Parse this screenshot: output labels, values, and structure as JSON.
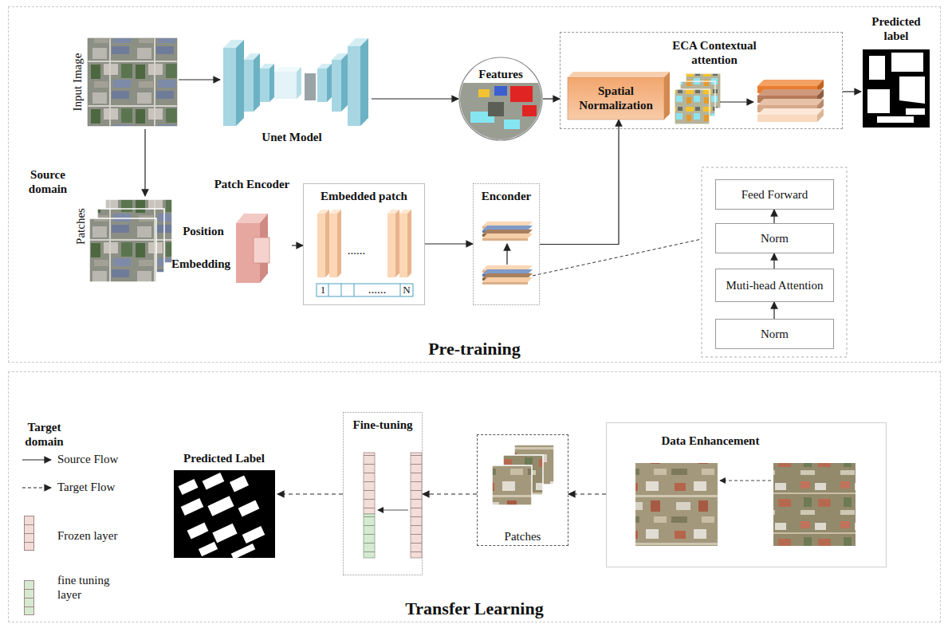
{
  "diagram": {
    "nodes": [
      {
        "text": [
          "Pre-training"
        ]
      },
      {
        "text": [
          "Input Image"
        ],
        "in": 0
      },
      {
        "text": [
          "Unet Model"
        ],
        "in": 0
      },
      {
        "text": [
          "Features"
        ],
        "in": 0
      },
      {
        "text": [
          "ECA Contextual attention"
        ],
        "in": 0
      },
      {
        "text": [
          "Spatial Normalization"
        ],
        "in": 4
      },
      {
        "text": [
          "Predicted label"
        ],
        "in": 0
      },
      {
        "text": [
          "Patches"
        ],
        "in": 0
      },
      {
        "text": [
          "Patch Encoder"
        ],
        "in": 0
      },
      {
        "text": [
          "Embedded patch",
          "......",
          "1",
          "......",
          "N"
        ],
        "in": 0
      },
      {
        "text": [
          "Enconder"
        ],
        "in": 0
      },
      {
        "text": [
          "Feed Forward"
        ],
        "in": 0
      },
      {
        "text": [
          "Norm"
        ],
        "in": 0
      },
      {
        "text": [
          "Muti-head Attention"
        ],
        "in": 0
      },
      {
        "text": [
          "Norm"
        ],
        "in": 0
      },
      {
        "text": [
          "Transfer Learning"
        ]
      },
      {
        "text": [
          "Predicted Label"
        ],
        "in": 15
      },
      {
        "text": [
          "Fine-tuning"
        ],
        "in": 15
      },
      {
        "text": [
          "Patches"
        ],
        "in": 15
      },
      {
        "text": [
          "Data Enhancement"
        ],
        "in": 15
      }
    ],
    "edges": [
      {
        "from": 1,
        "to": 2,
        "arrow": "to"
      },
      {
        "from": 2,
        "to": 3,
        "arrow": "to"
      },
      {
        "from": 3,
        "to": 4,
        "arrow": "to"
      },
      {
        "from": 4,
        "to": 6,
        "arrow": "to"
      },
      {
        "from": 1,
        "to": 7,
        "arrow": "to"
      },
      {
        "from": 8,
        "to": 9,
        "arrow": "to"
      },
      {
        "from": 9,
        "to": 10,
        "arrow": "to"
      },
      {
        "from": 10,
        "to": 5,
        "arrow": "to"
      },
      {
        "from": 14,
        "to": 13,
        "arrow": "to"
      },
      {
        "from": 13,
        "to": 12,
        "arrow": "to"
      },
      {
        "from": 12,
        "to": 11,
        "arrow": "to"
      },
      {
        "from": 19,
        "to": 18,
        "arrow": "to"
      },
      {
        "from": 18,
        "to": 17,
        "arrow": "to"
      },
      {
        "from": 17,
        "to": 16,
        "arrow": "to"
      }
    ],
    "labels": [
      "Source domain",
      "Position",
      "Embedding",
      "Target domain"
    ],
    "legend": [
      {
        "text": "Source Flow"
      },
      {
        "text": "Target Flow"
      },
      {
        "text": "Frozen layer",
        "color": "#f3ddd8"
      },
      {
        "text": "fine tuning layer",
        "color": "#d5ead0"
      }
    ]
  }
}
